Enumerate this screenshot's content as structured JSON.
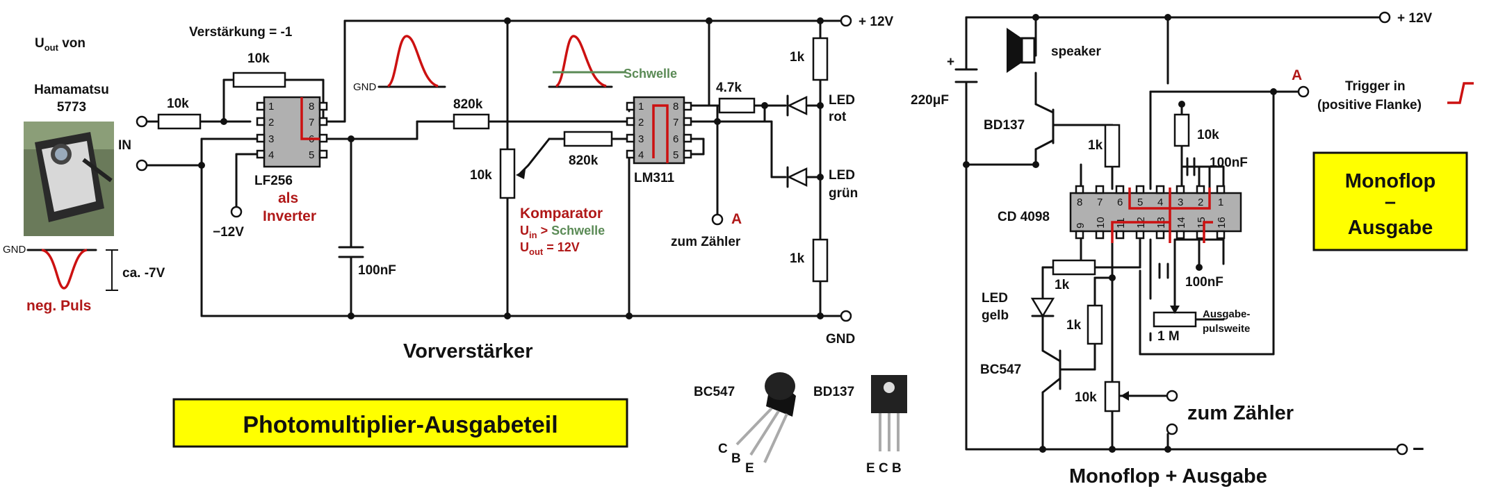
{
  "left": {
    "uout_label": {
      "main": "U",
      "sub": "out",
      "rest": " von"
    },
    "source_line1": "Hamamatsu",
    "source_line2": "5773",
    "in_label": "IN",
    "gnd_small": "GND",
    "pulse_amp": "ca. -7V",
    "pulse_label": "neg. Puls"
  },
  "preamp": {
    "gain_label": "Verstärkung = -1",
    "r_feedback": "10k",
    "r_input": "10k",
    "opamp_name": "LF256",
    "opamp_role_1": "als",
    "opamp_role_2": "Inverter",
    "neg_supply": "−12V",
    "cap": "100nF",
    "r_series": "820k",
    "pot": "10k",
    "r_ref": "820k",
    "comp_name": "LM311",
    "comp_title": "Komparator",
    "comp_cond": {
      "u": "U",
      "in": "in",
      "gt": " > ",
      "thr": "Schwelle"
    },
    "comp_out": {
      "u": "U",
      "out": "out",
      "val": " = 12V"
    },
    "gnd_graph": "GND",
    "threshold_label": "Schwelle",
    "r_led": "4.7k",
    "r_top": "1k",
    "r_bottom": "1k",
    "led_red_1": "LED",
    "led_red_2": "rot",
    "led_green_1": "LED",
    "led_green_2": "grün",
    "out_marker": "A",
    "to_counter": "zum Zähler",
    "plus12": "+ 12V",
    "gnd": "GND",
    "section_label": "Vorverstärker"
  },
  "title_box": {
    "text": "Photomultiplier-Ausgabeteil",
    "color": "#ffff00"
  },
  "transistors": {
    "bc547": {
      "name": "BC547",
      "pins": [
        "C",
        "B",
        "E"
      ]
    },
    "bd137": {
      "name": "BD137",
      "pins": [
        "E C B"
      ]
    }
  },
  "monoflop": {
    "cap": "220μF",
    "plus_mark": "+",
    "speaker": "speaker",
    "q_top": "BD137",
    "r_base": "1k",
    "ic_name": "CD 4098",
    "pins_top": [
      "8",
      "7",
      "6",
      "5",
      "4",
      "3",
      "2",
      "1"
    ],
    "pins_bottom": [
      "9",
      "10",
      "11",
      "12",
      "13",
      "14",
      "15",
      "16"
    ],
    "r_timing": "10k",
    "c_timing": "100nF",
    "c_timing2": "100nF",
    "pot": "1 M",
    "pot_label_1": "Ausgabe-",
    "pot_label_2": "pulsweite",
    "r_led": "1k",
    "led_1": "LED",
    "led_2": "gelb",
    "r_bias": "1k",
    "q_bottom": "BC547",
    "pot_out": "10k",
    "to_counter": "zum Zähler",
    "plus12": "+ 12V",
    "minus": "−",
    "a_marker": "A",
    "trigger_1": "Trigger in",
    "trigger_2": "(positive Flanke)",
    "section_label": "Monoflop + Ausgabe"
  },
  "mono_box": {
    "line1": "Monoflop",
    "line2": "–",
    "line3": "Ausgabe",
    "color": "#ffff00"
  },
  "colors": {
    "wire": "#111111",
    "signal": "#cc1111",
    "threshold": "#5a8a55",
    "highlight": "#ffff00",
    "ic": "#b0b0b0"
  }
}
